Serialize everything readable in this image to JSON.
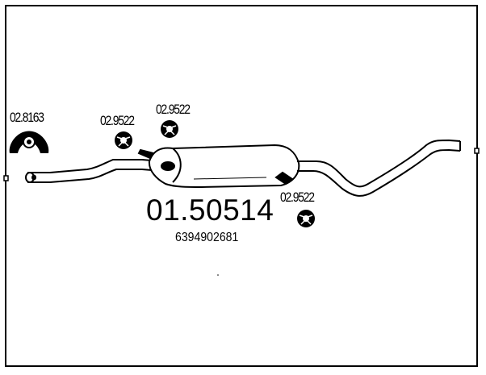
{
  "diagram": {
    "part_number": "01.50514",
    "oe_number": "6394902681",
    "accessories": [
      {
        "code": "02.8163",
        "icon": "rubber-hanger-icon"
      },
      {
        "code": "02.9522",
        "icon": "mounting-ring-icon"
      },
      {
        "code": "02.9522",
        "icon": "mounting-ring-icon"
      },
      {
        "code": "02.9522",
        "icon": "mounting-ring-icon"
      }
    ],
    "colors": {
      "line": "#000000",
      "background": "#ffffff"
    }
  }
}
